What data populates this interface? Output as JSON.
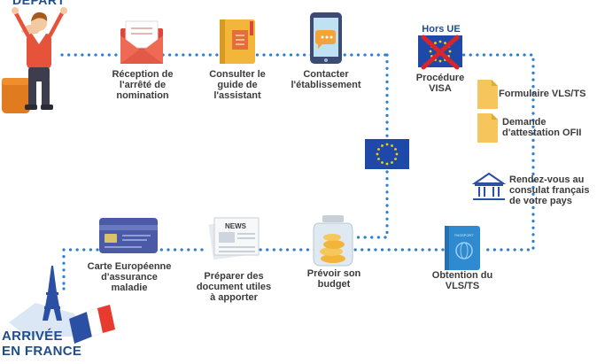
{
  "start_label": "DÉPART",
  "end_label": "ARRIVÉE\nEN FRANCE",
  "hors_ue_label": "Hors UE",
  "steps": {
    "reception": "Réception de\nl'arrêté de\nnomination",
    "guide": "Consulter le\nguide de\nl'assistant",
    "contact": "Contacter\nl'établissement",
    "visa": "Procédure\nVISA",
    "formulaire": "Formulaire VLS/TS",
    "ofii": "Demande\nd'attestation OFII",
    "consulat": "Rendez-vous au\nconsulat français\nde votre pays",
    "obtention": "Obtention du\nVLS/TS",
    "budget": "Prévoir son\nbudget",
    "documents": "Préparer des\ndocument utiles\nà apporter",
    "carte": "Carte Européenne\nd'assurance\nmaladie"
  },
  "icons": {
    "traveler": "traveler-on-suitcase-icon",
    "reception": "envelope-letter-icon",
    "guide": "guide-notebook-icon",
    "contact": "smartphone-chat-icon",
    "visa": "eu-flag-crossed-icon",
    "formulaire": "document-icon",
    "ofii": "document-icon",
    "consulat": "consulate-building-icon",
    "eu_flag": "eu-flag-icon",
    "passport": "passport-icon",
    "budget": "coin-jar-icon",
    "documents": "newspaper-icon",
    "carte": "health-insurance-card-icon",
    "arrivee": "eiffel-tower-french-flag-icon"
  },
  "badge_texts": {
    "news": "NEWS",
    "passport": "PASSPORT"
  },
  "colors": {
    "path_dots": "#2f7fcf",
    "label_text": "#3b3b3b",
    "title_blue": "#1f4e8c",
    "eu_blue": "#1f49a8",
    "eu_star": "#f5d10b",
    "cross_red": "#d7262b",
    "french_blue": "#2a4fa3",
    "french_red": "#e63b2e",
    "doc_yellow": "#f6c55b"
  }
}
